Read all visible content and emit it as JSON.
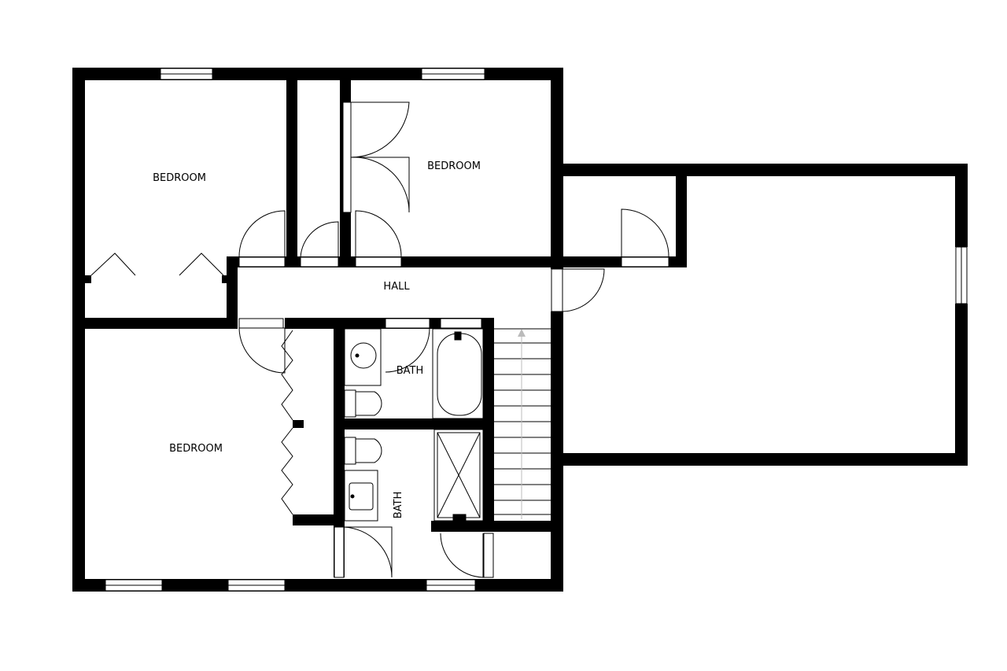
{
  "rooms": [
    {
      "id": "bedroom-nw",
      "label": "BEDROOM"
    },
    {
      "id": "bedroom-n",
      "label": "BEDROOM"
    },
    {
      "id": "bedroom-sw",
      "label": "BEDROOM"
    },
    {
      "id": "hall",
      "label": "HALL"
    },
    {
      "id": "bath-upper",
      "label": "BATH"
    },
    {
      "id": "bath-lower",
      "label": "BATH"
    }
  ],
  "colors": {
    "wall": "#000000",
    "fixture": "#000000",
    "stair-arrow": "#bbbbbb"
  }
}
